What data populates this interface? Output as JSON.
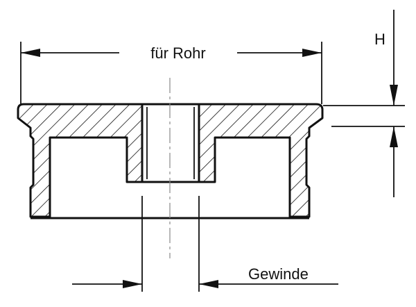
{
  "labels": {
    "pipe_dimension": "für Rohr",
    "height_dimension": "H",
    "thread_dimension": "Gewinde"
  }
}
